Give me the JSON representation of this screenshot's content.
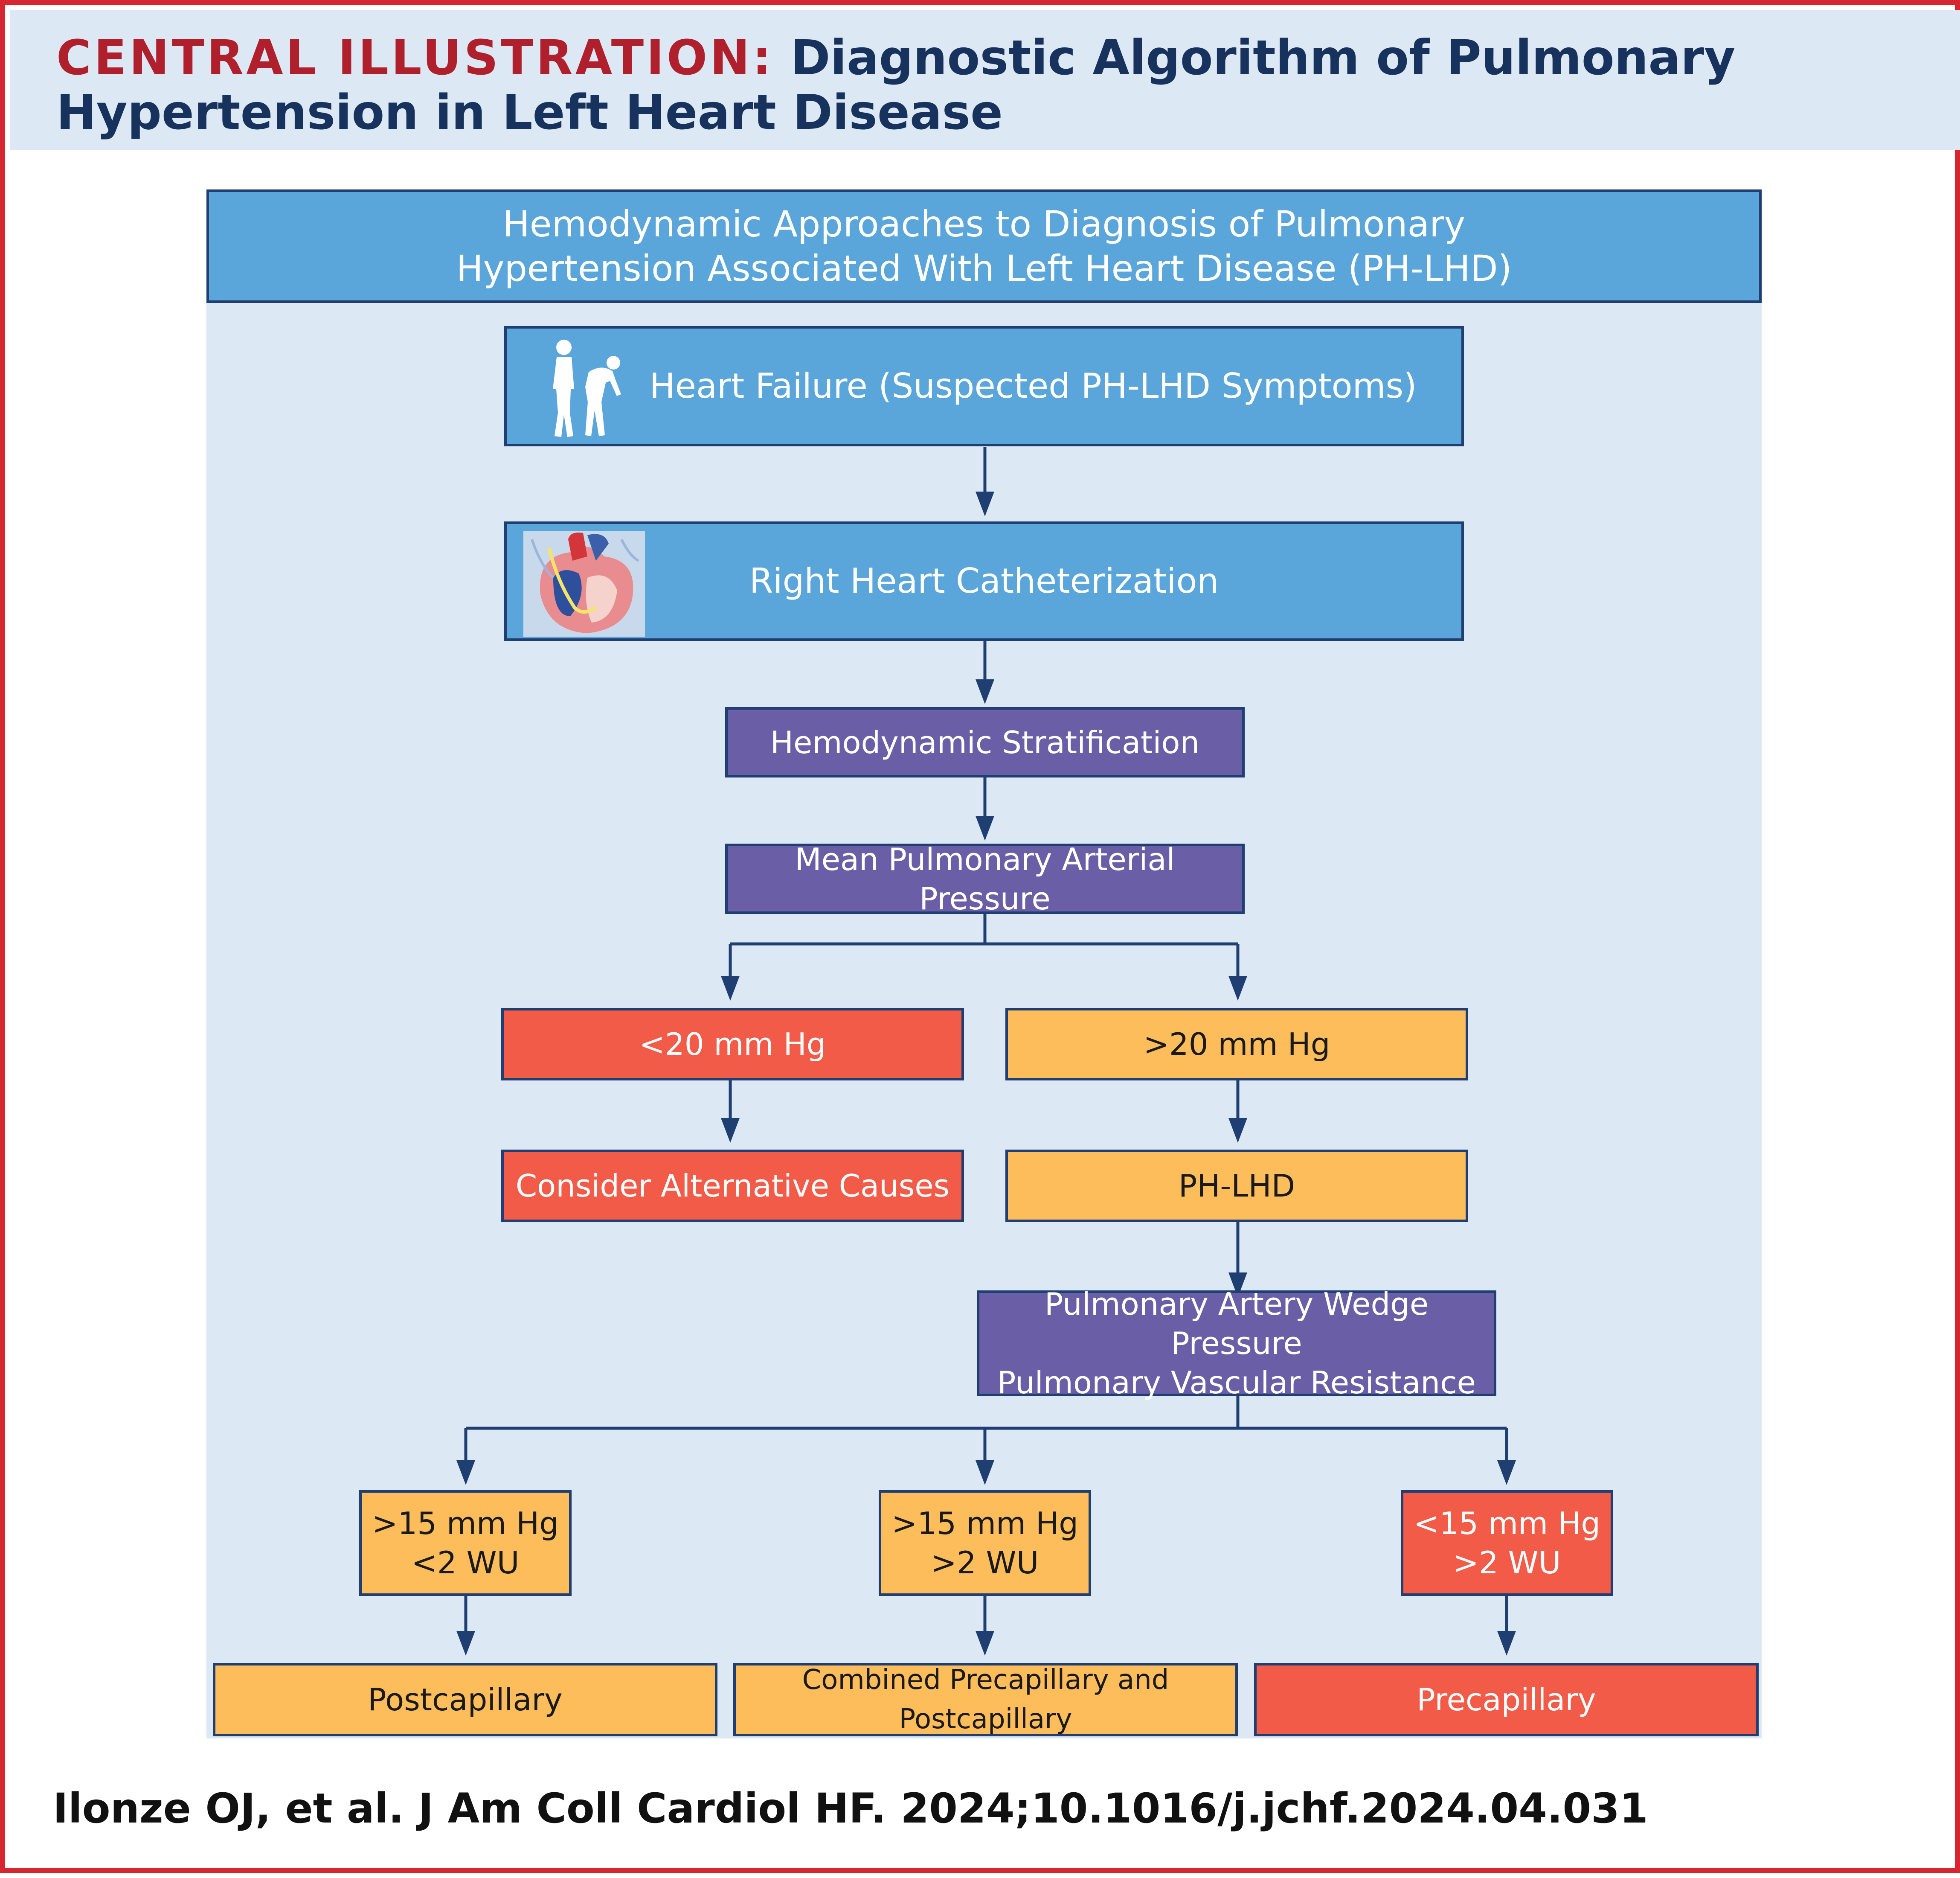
{
  "header": {
    "title_lead": "CENTRAL ILLUSTRATION:",
    "title_rest": "Diagnostic Algorithm of Pulmonary Hypertension in Left Heart Disease"
  },
  "nodes": {
    "approaches": [
      "Hemodynamic Approaches to Diagnosis of Pulmonary",
      "Hypertension Associated With Left Heart Disease (PH-LHD)"
    ],
    "heart_failure": "Heart Failure (Suspected PH-LHD Symptoms)",
    "rhc": "Right Heart Catheterization",
    "stratification": "Hemodynamic Stratification",
    "mpap": "Mean Pulmonary Arterial Pressure",
    "lt20": "<20 mm Hg",
    "gt20": ">20 mm Hg",
    "alt_causes": "Consider Alternative Causes",
    "ph_lhd": "PH-LHD",
    "pawr": [
      "Pulmonary Artery Wedge Pressure",
      "Pulmonary Vascular Resistance"
    ],
    "branch1": [
      ">15 mm Hg",
      "<2 WU"
    ],
    "branch2": [
      ">15 mm Hg",
      ">2 WU"
    ],
    "branch3": [
      "<15 mm Hg",
      ">2 WU"
    ],
    "post": "Postcapillary",
    "combined": "Combined Precapillary and Postcapillary",
    "pre": "Precapillary"
  },
  "icons": {
    "people": "walking-and-bent-over-people-icon",
    "heart": "heart-catheter-illustration-icon"
  },
  "colors": {
    "blue": "#5aa6db",
    "purple": "#6a5ea6",
    "red": "#f15b48",
    "orange": "#fdbd5a",
    "navy": "#1f3e72",
    "brand_red": "#b0202c"
  },
  "citation": "Ilonze OJ, et al. J Am Coll Cardiol HF. 2024;10.1016/j.jchf.2024.04.031"
}
